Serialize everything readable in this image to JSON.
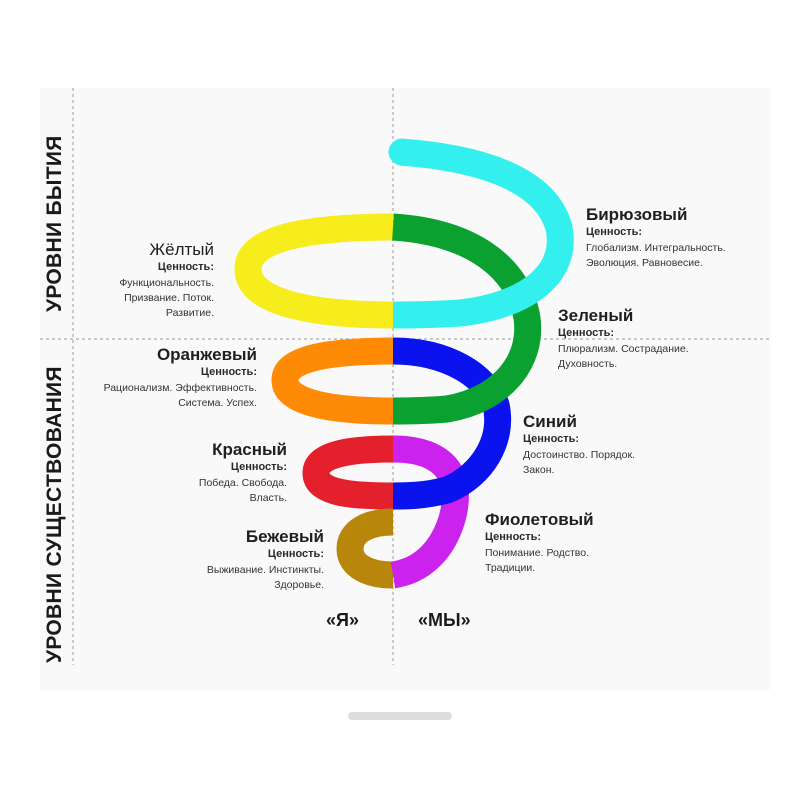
{
  "axes": {
    "upper_title": "УРОВНИ БЫТИЯ",
    "lower_title": "УРОВНИ СУЩЕСТВОВАНИЯ",
    "left_pole": "«Я»",
    "right_pole": "«МЫ»"
  },
  "levels": [
    {
      "id": "turquoise",
      "name": "Бирюзовый",
      "value_label": "Ценность:",
      "line1": "Глобализм. Интегральность.",
      "line2": "Эволюция. Равновесие.",
      "line3": "",
      "color": "#33f0ee"
    },
    {
      "id": "yellow",
      "name": "Жёлтый",
      "value_label": "Ценность:",
      "line1": "Функциональность.",
      "line2": "Призвание. Поток.",
      "line3": "Развитие.",
      "color": "#f7ec1c"
    },
    {
      "id": "green",
      "name": "Зеленый",
      "value_label": "Ценность:",
      "line1": "Плюрализм. Сострадание.",
      "line2": "Духовность.",
      "line3": "",
      "color": "#0aa130"
    },
    {
      "id": "orange",
      "name": "Оранжевый",
      "value_label": "Ценность:",
      "line1": "Рационализм. Эффективность.",
      "line2": "Система. Успех.",
      "line3": "",
      "color": "#ff8a05"
    },
    {
      "id": "blue",
      "name": "Синий",
      "value_label": "Ценность:",
      "line1": "Достоинство. Порядок.",
      "line2": "Закон.",
      "line3": "",
      "color": "#0a12ee"
    },
    {
      "id": "red",
      "name": "Красный",
      "value_label": "Ценность:",
      "line1": "Победа. Свобода.",
      "line2": "Власть.",
      "line3": "",
      "color": "#e3202c"
    },
    {
      "id": "violet",
      "name": "Фиолетовый",
      "value_label": "Ценность:",
      "line1": "Понимание. Родство.",
      "line2": "Традиции.",
      "line3": "",
      "color": "#cc22ee"
    },
    {
      "id": "beige",
      "name": "Бежевый",
      "value_label": "Ценность:",
      "line1": "Выживание. Инстинкты.",
      "line2": "Здоровье.",
      "line3": "",
      "color": "#b8860b"
    }
  ]
}
